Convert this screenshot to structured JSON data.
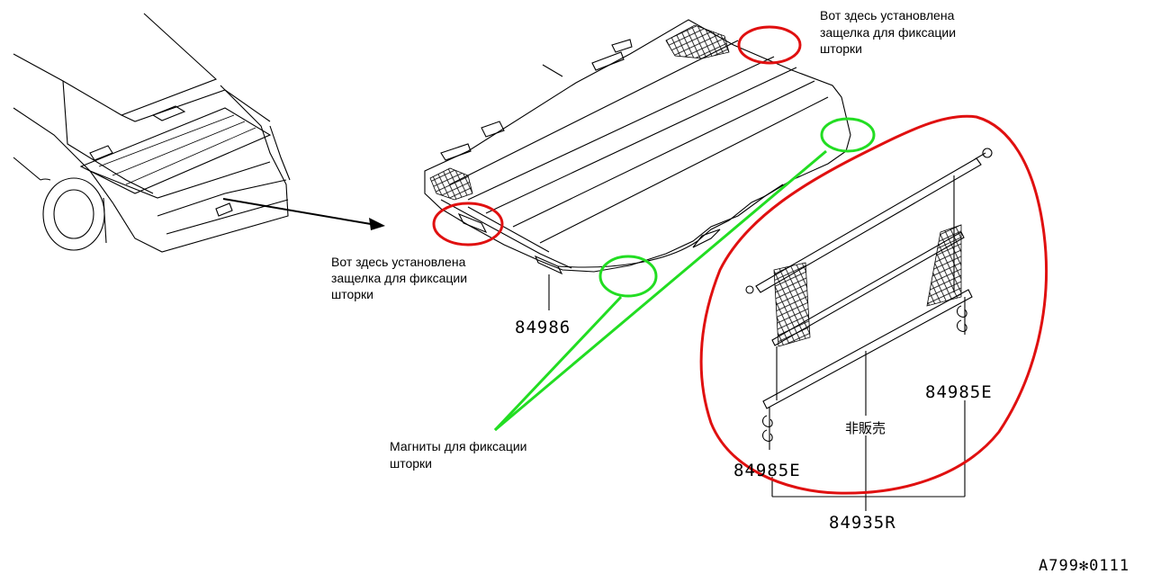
{
  "annotations": {
    "latch_top_lines": [
      "Вот здесь установлена",
      "защелка для фиксации",
      "шторки"
    ],
    "latch_left_lines": [
      "Вот здесь установлена",
      "защелка для фиксации",
      "шторки"
    ],
    "magnets_lines": [
      "Магниты для фиксации",
      "шторки"
    ]
  },
  "parts": {
    "cover": "84986",
    "net_right": "84985E",
    "net_left": "84985E",
    "not_sold": "非販売",
    "assembly": "84935R"
  },
  "diagram_code": "A799✻0111",
  "colors": {
    "latch_marker": "#e01010",
    "magnet_marker": "#22dd22",
    "line": "#000000"
  }
}
